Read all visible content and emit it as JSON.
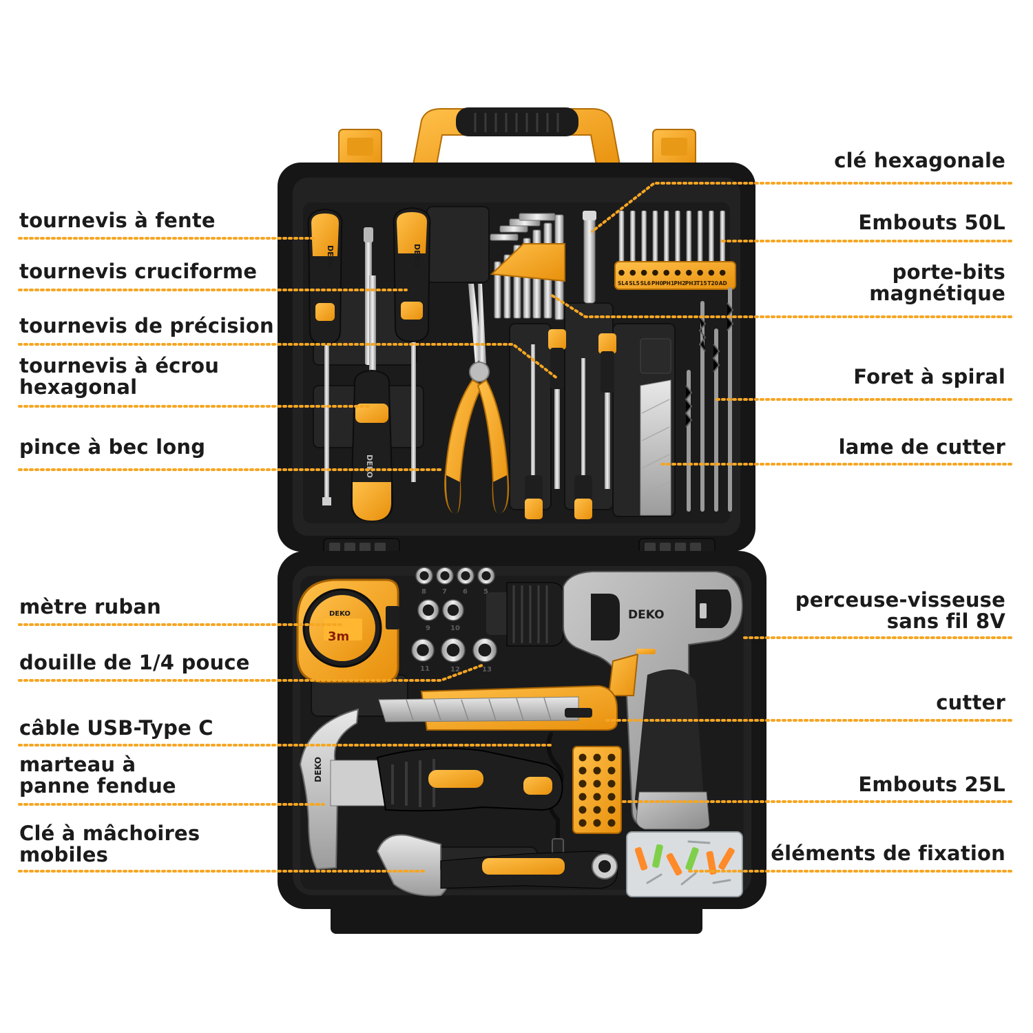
{
  "colors": {
    "accent": "#f5a623",
    "case_black": "#161616",
    "case_inner": "#232323",
    "text": "#1b1b1b"
  },
  "brand": {
    "name": "DEKO",
    "tape_length": "3m"
  },
  "bit_codes": [
    "SL4",
    "SL5",
    "SL6",
    "PH0",
    "PH1",
    "PH2",
    "PH3",
    "T15",
    "T20",
    "AD"
  ],
  "socket_sizes": [
    "8",
    "7",
    "6",
    "5",
    "9",
    "10",
    "11",
    "12",
    "13"
  ],
  "labels_left": [
    {
      "id": "tournevis-fente",
      "lines": [
        "tournevis à fente"
      ]
    },
    {
      "id": "tournevis-cruciforme",
      "lines": [
        "tournevis cruciforme"
      ]
    },
    {
      "id": "tournevis-precision",
      "lines": [
        "tournevis de précision"
      ]
    },
    {
      "id": "tournevis-ecrou",
      "lines": [
        "tournevis à écrou",
        "hexagonal"
      ]
    },
    {
      "id": "pince-bec-long",
      "lines": [
        "pince à bec long"
      ]
    },
    {
      "id": "metre-ruban",
      "lines": [
        "mètre ruban"
      ]
    },
    {
      "id": "douille",
      "lines": [
        "douille de 1/4 pouce"
      ]
    },
    {
      "id": "cable-usb",
      "lines": [
        "câble USB-Type C"
      ]
    },
    {
      "id": "marteau",
      "lines": [
        "marteau à",
        "panne fendue"
      ]
    },
    {
      "id": "cle-machoires",
      "lines": [
        "Clé à mâchoires",
        "mobiles"
      ]
    }
  ],
  "labels_right": [
    {
      "id": "cle-hexagonale",
      "lines": [
        "clé hexagonale"
      ]
    },
    {
      "id": "embouts-50l",
      "lines": [
        "Embouts 50L"
      ]
    },
    {
      "id": "porte-bits",
      "lines": [
        "porte-bits",
        "magnétique"
      ]
    },
    {
      "id": "foret-spiral",
      "lines": [
        "Foret à spiral"
      ]
    },
    {
      "id": "lame-cutter",
      "lines": [
        "lame de cutter"
      ]
    },
    {
      "id": "perceuse",
      "lines": [
        "perceuse-visseuse",
        "sans fil 8V"
      ]
    },
    {
      "id": "cutter",
      "lines": [
        "cutter"
      ]
    },
    {
      "id": "embouts-25l",
      "lines": [
        "Embouts 25L"
      ]
    },
    {
      "id": "fixation",
      "lines": [
        "éléments de fixation"
      ]
    }
  ]
}
